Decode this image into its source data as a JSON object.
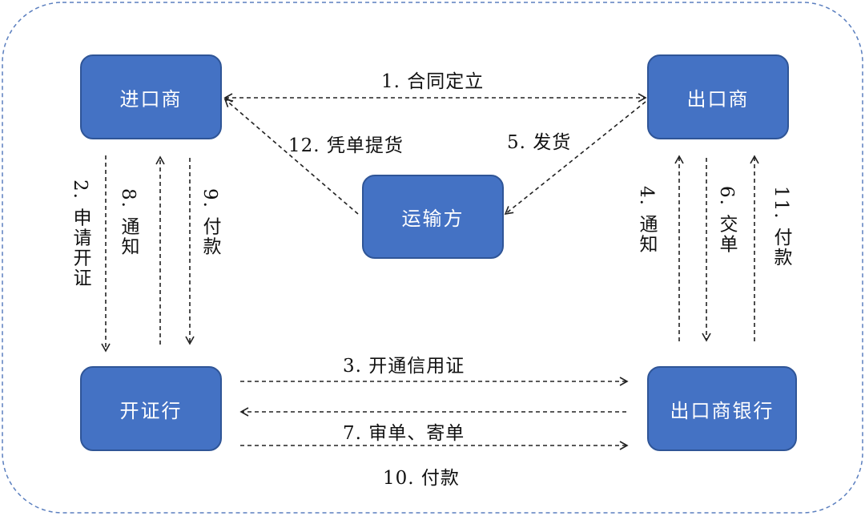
{
  "nodes": {
    "importer": "进口商",
    "exporter": "出口商",
    "carrier": "运输方",
    "issuing_bank": "开证行",
    "exporter_bank": "出口商银行"
  },
  "steps": {
    "s1": "1. 合同定立",
    "s2": "2. 申请开证",
    "s3": "3. 开通信用证",
    "s4": "4. 通知",
    "s5": "5. 发货",
    "s6": "6. 交单",
    "s7": "7. 审单、寄单",
    "s8": "8. 通知",
    "s9": "9. 付款",
    "s10": "10. 付款",
    "s11": "11. 付款",
    "s12": "12. 凭单提货"
  },
  "colors": {
    "box_fill": "#4472C4",
    "box_border": "#2F5597",
    "frame": "#5B7FBF",
    "arrow": "#222222"
  }
}
